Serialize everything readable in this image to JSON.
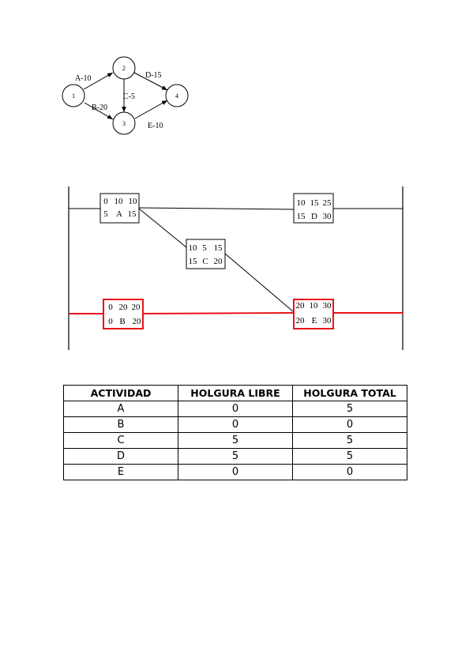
{
  "network": {
    "nodes": [
      {
        "id": "1",
        "label": "1"
      },
      {
        "id": "2",
        "label": "2"
      },
      {
        "id": "3",
        "label": "3"
      },
      {
        "id": "4",
        "label": "4"
      }
    ],
    "arcs": [
      {
        "from": "1",
        "to": "2",
        "label": "A-10"
      },
      {
        "from": "1",
        "to": "3",
        "label": "B-20"
      },
      {
        "from": "2",
        "to": "3",
        "label": "C-5"
      },
      {
        "from": "2",
        "to": "4",
        "label": "D-15"
      },
      {
        "from": "3",
        "to": "4",
        "label": "E-10"
      }
    ]
  },
  "schedule": {
    "critical_color": "#e8141a",
    "normal_color": "#000000",
    "activities": [
      {
        "name": "A",
        "es": "0",
        "duration": "10",
        "ef": "10",
        "ls": "5",
        "lf": "15",
        "critical": false
      },
      {
        "name": "B",
        "es": "0",
        "duration": "20",
        "ef": "20",
        "ls": "0",
        "lf": "20",
        "critical": true
      },
      {
        "name": "C",
        "es": "10",
        "duration": "5",
        "ef": "15",
        "ls": "15",
        "lf": "20",
        "critical": false
      },
      {
        "name": "D",
        "es": "10",
        "duration": "15",
        "ef": "25",
        "ls": "15",
        "lf": "30",
        "critical": false
      },
      {
        "name": "E",
        "es": "20",
        "duration": "10",
        "ef": "30",
        "ls": "20",
        "lf": "30",
        "critical": true
      }
    ]
  },
  "table": {
    "headers": [
      "ACTIVIDAD",
      "HOLGURA LIBRE",
      "HOLGURA TOTAL"
    ],
    "rows": [
      [
        "A",
        "0",
        "5"
      ],
      [
        "B",
        "0",
        "0"
      ],
      [
        "C",
        "5",
        "5"
      ],
      [
        "D",
        "5",
        "5"
      ],
      [
        "E",
        "0",
        "0"
      ]
    ]
  }
}
